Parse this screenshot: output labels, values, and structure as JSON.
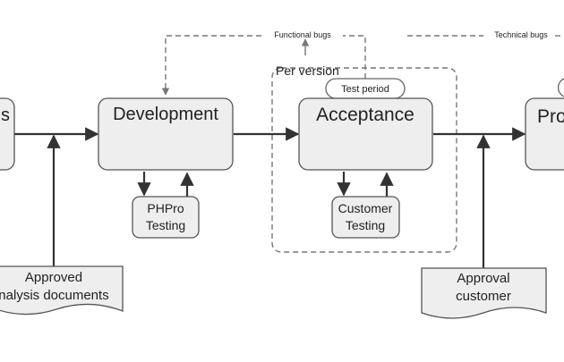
{
  "colors": {
    "box_fill": "#eeeeee",
    "box_stroke": "#555555",
    "arrow": "#333333",
    "dashed": "#777777"
  },
  "labels": {
    "functional_bugs": "Functional bugs",
    "technical_bugs": "Technical bugs",
    "per_version": "Per version",
    "test_period": "Test period"
  },
  "nodes": {
    "analysis_partial": "s",
    "development": "Development",
    "acceptance": "Acceptance",
    "production_partial": "Pro",
    "phpro_testing": [
      "PHPro",
      "Testing"
    ],
    "customer_testing": [
      "Customer",
      "Testing"
    ]
  },
  "documents": {
    "approved_analysis": [
      "Approved",
      "nalysis documents"
    ],
    "approval_customer": [
      "Approval",
      "customer"
    ]
  }
}
